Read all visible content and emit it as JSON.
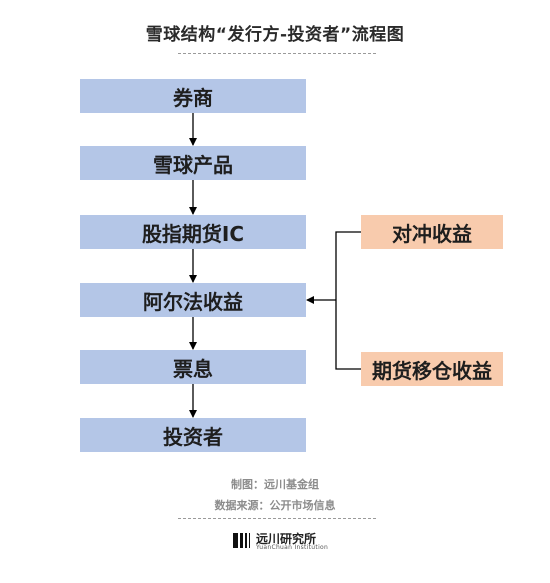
{
  "title": "雪球结构“发行方-投资者”流程图",
  "main_flow": [
    "券商",
    "雪球产品",
    "股指期货IC",
    "阿尔法收益",
    "票息",
    "投资者"
  ],
  "side_inputs": [
    "对冲收益",
    "期货移仓收益"
  ],
  "footer": {
    "credit": "制图：远川基金组",
    "source": "数据来源：公开市场信息"
  },
  "logo": {
    "name_cn": "远川研究所",
    "name_en": "YuanChuan Institution"
  },
  "colors": {
    "main_box": "#b4c6e7",
    "side_box": "#f8cbad",
    "arrow": "#000000"
  }
}
